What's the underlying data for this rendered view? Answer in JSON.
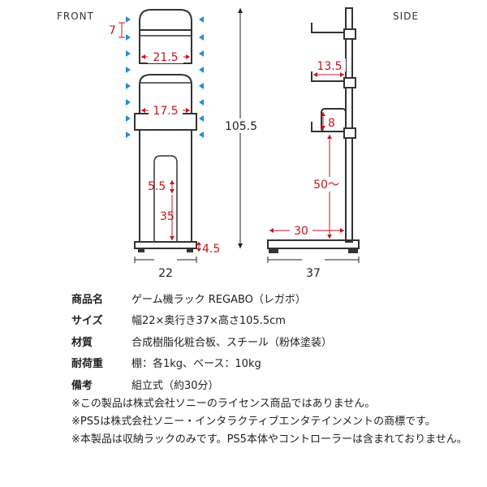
{
  "diagram": {
    "front_label": "FRONT",
    "side_label": "SIDE",
    "front_dims": {
      "shelf_gap": "7",
      "shelf_width": "21.5",
      "base_shelf_width": "17.5",
      "slot_top": "5.5",
      "slot_height": "35",
      "base_height": "4.5",
      "total_width": "22"
    },
    "total_height": "105.5",
    "side_dims": {
      "hook_depth": "13.5",
      "hook_height": "8",
      "clearance": "50〜",
      "base_depth_inner": "30",
      "total_depth": "37"
    },
    "colors": {
      "dimension_red": "#c4161c",
      "arrow_blue": "#1f8fd6",
      "frame": "#333333"
    }
  },
  "specs": [
    {
      "label": "商品名",
      "value": "ゲーム機ラック REGABO（レガボ）"
    },
    {
      "label": "サイズ",
      "value": "幅22×奥行き37×高さ105.5cm"
    },
    {
      "label": "材質",
      "value": "合成樹脂化粧合板、スチール（粉体塗装）"
    },
    {
      "label": "耐荷重",
      "value": "棚：各1kg、ベース：10kg"
    },
    {
      "label": "備考",
      "value": "組立式（約30分）"
    }
  ],
  "notes": [
    "※この製品は株式会社ソニーのライセンス商品ではありません。",
    "※PS5は株式会社ソニー・インタラクティブエンタテインメントの商標です。",
    "※本製品は収納ラックのみです。PS5本体やコントローラーは含まれておりません。"
  ]
}
